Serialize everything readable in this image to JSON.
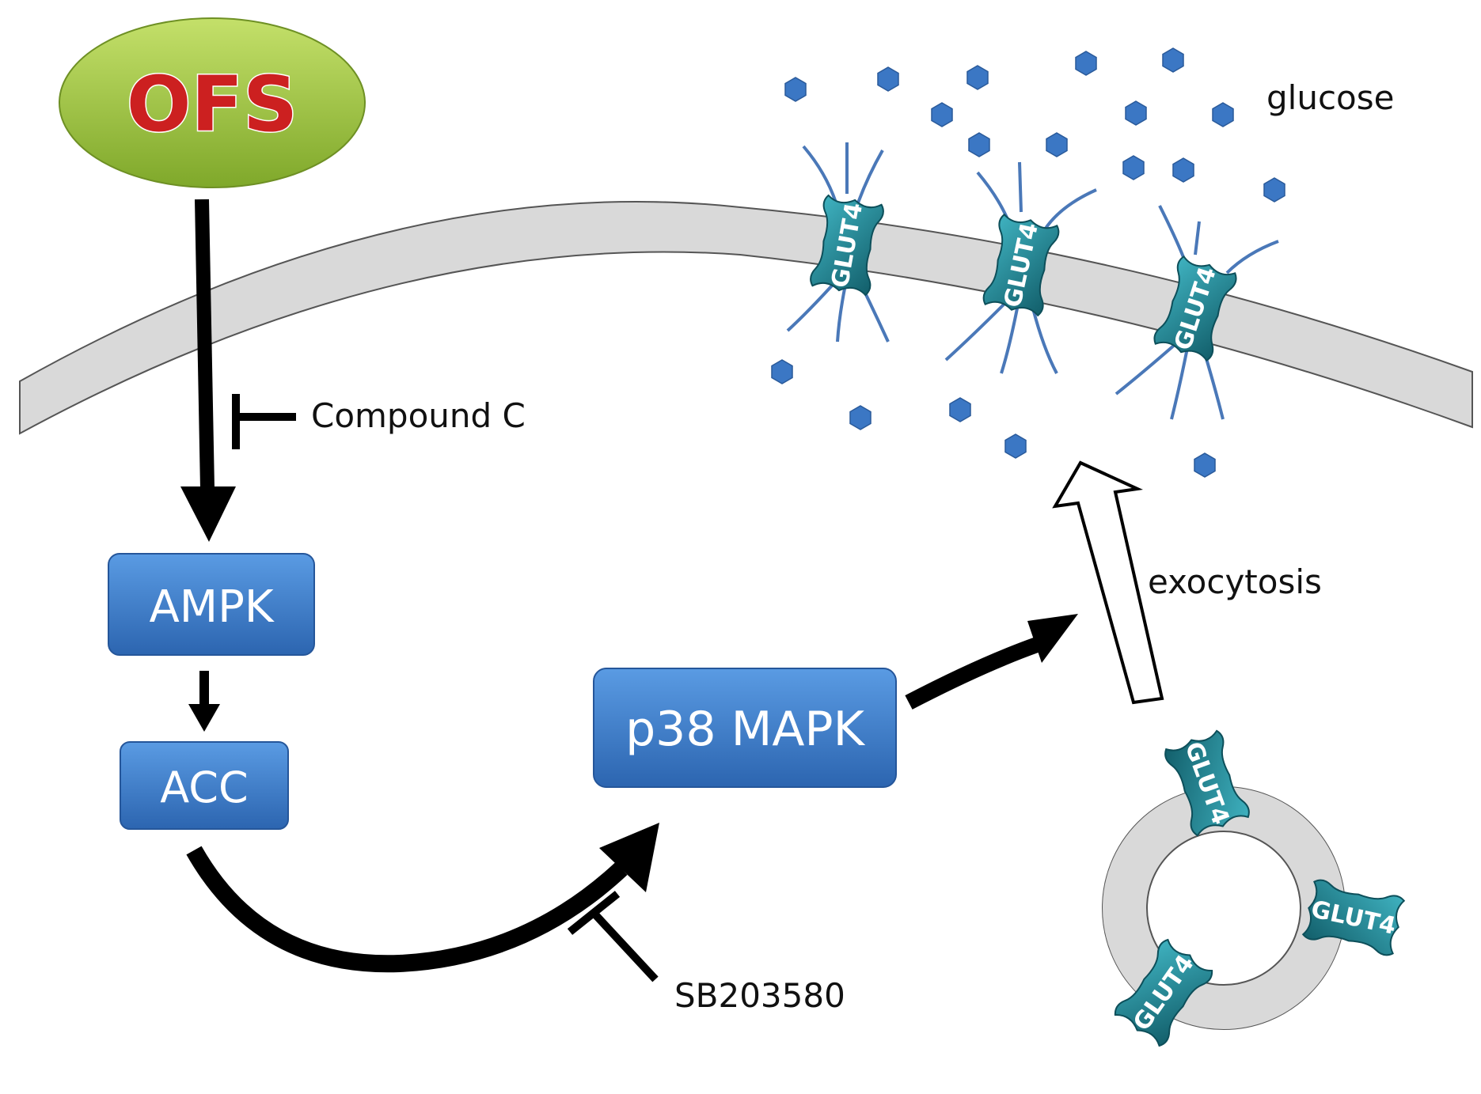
{
  "nodes": {
    "ofs": "OFS",
    "ampk": "AMPK",
    "acc": "ACC",
    "p38": "p38 MAPK"
  },
  "inhibitors": {
    "compound_c": "Compound C",
    "sb203580": "SB203580"
  },
  "labels": {
    "glucose": "glucose",
    "exocytosis": "exocytosis"
  },
  "transporters": [
    {
      "label": "GLUT4"
    },
    {
      "label": "GLUT4"
    },
    {
      "label": "GLUT4"
    },
    {
      "label": "GLUT4"
    },
    {
      "label": "GLUT4"
    },
    {
      "label": "GLUT4"
    }
  ],
  "colors": {
    "ofs_fill": "#9cc43a",
    "ofs_text": "#cc2020",
    "box_fill": "#3b7bc9",
    "membrane": "#d9d9d9",
    "glut4": "#1e7f8c",
    "glucose": "#3b77c4",
    "arrow": "#000000"
  }
}
